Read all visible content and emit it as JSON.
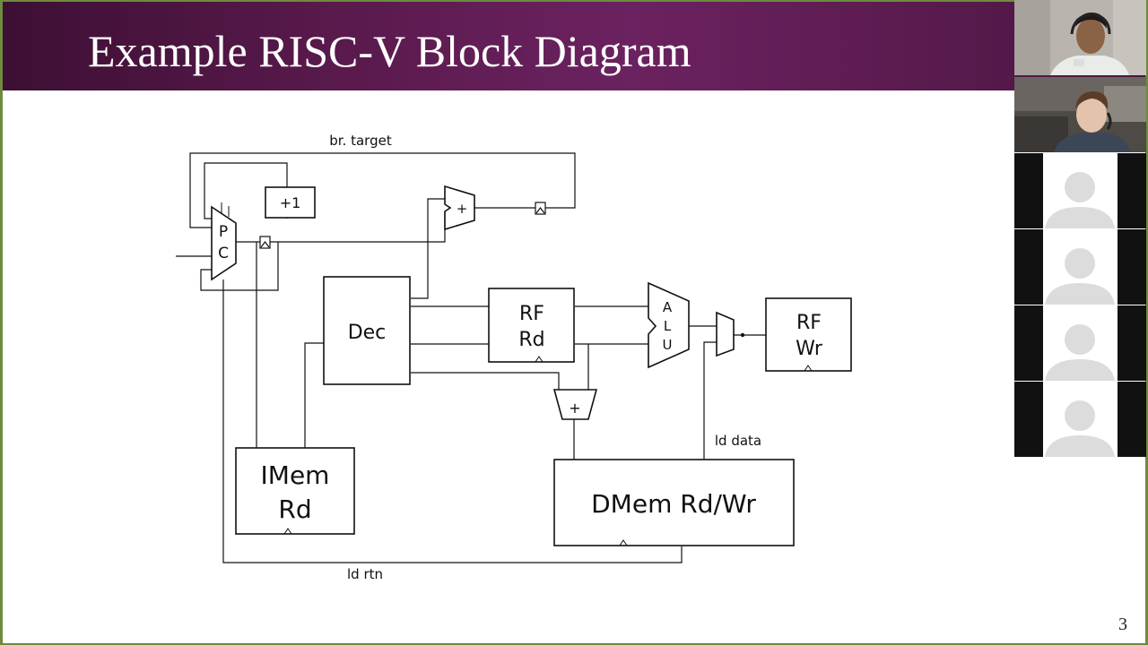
{
  "slide": {
    "title": "Example RISC-V Block Diagram",
    "page_number": "3"
  },
  "diagram": {
    "label_br_target": "br. target",
    "label_ld_data": "ld data",
    "label_ld_rtn": "ld rtn",
    "pc_letters": [
      "P",
      "C"
    ],
    "plus_one_label": "+1",
    "branch_adder_label": "+",
    "dec_label": "Dec",
    "rf_rd_lines": [
      "RF",
      "Rd"
    ],
    "alu_letters": [
      "A",
      "L",
      "U"
    ],
    "rf_wr_lines": [
      "RF",
      "Wr"
    ],
    "addr_adder_label": "+",
    "imem_lines": [
      "IMem",
      "Rd"
    ],
    "dmem_label": "DMem Rd/Wr"
  },
  "participants": {
    "tiles": [
      {
        "kind": "video",
        "icon": "presenter-video-icon"
      },
      {
        "kind": "video",
        "icon": "participant-video-icon"
      },
      {
        "kind": "avatar",
        "icon": "user-avatar-icon"
      },
      {
        "kind": "avatar",
        "icon": "user-avatar-icon"
      },
      {
        "kind": "avatar",
        "icon": "user-avatar-icon"
      },
      {
        "kind": "avatar",
        "icon": "user-avatar-icon"
      }
    ],
    "colors": {
      "avatar_bg": "#ffffff",
      "avatar_fill": "#dcdcdc",
      "tile_border": "#111111"
    }
  },
  "colors": {
    "title_band": "#5a1a4d",
    "title_text": "#ffffff",
    "frame": "#6e8a3c"
  }
}
